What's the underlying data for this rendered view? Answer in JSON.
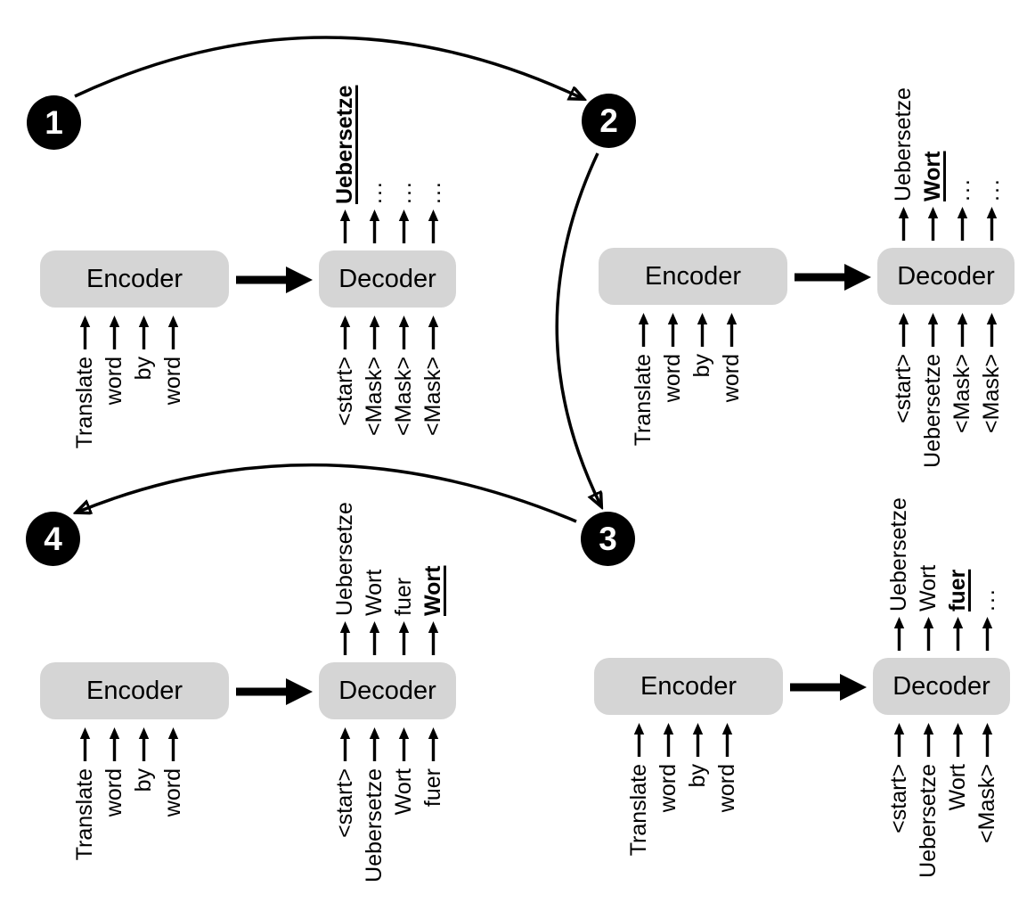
{
  "colors": {
    "box_background": "#d5d5d5",
    "ink": "#000000",
    "badge_background": "#000000",
    "badge_text": "#ffffff"
  },
  "flow": [
    {
      "from": "1",
      "to": "2"
    },
    {
      "from": "2",
      "to": "3"
    },
    {
      "from": "3",
      "to": "4"
    }
  ],
  "panels": [
    {
      "step": "1",
      "encoder": {
        "label": "Encoder",
        "inputs": [
          "Translate",
          "word",
          "by",
          "word"
        ]
      },
      "decoder": {
        "label": "Decoder",
        "inputs": [
          "<start>",
          "<Mask>",
          "<Mask>",
          "<Mask>"
        ],
        "outputs": [
          {
            "text": "Uebersetze",
            "highlighted": true
          },
          {
            "text": "...",
            "highlighted": false
          },
          {
            "text": "...",
            "highlighted": false
          },
          {
            "text": "...",
            "highlighted": false
          }
        ]
      }
    },
    {
      "step": "2",
      "encoder": {
        "label": "Encoder",
        "inputs": [
          "Translate",
          "word",
          "by",
          "word"
        ]
      },
      "decoder": {
        "label": "Decoder",
        "inputs": [
          "<start>",
          "Uebersetze",
          "<Mask>",
          "<Mask>"
        ],
        "outputs": [
          {
            "text": "Uebersetze",
            "highlighted": false
          },
          {
            "text": "Wort",
            "highlighted": true
          },
          {
            "text": "...",
            "highlighted": false
          },
          {
            "text": "...",
            "highlighted": false
          }
        ]
      }
    },
    {
      "step": "3",
      "encoder": {
        "label": "Encoder",
        "inputs": [
          "Translate",
          "word",
          "by",
          "word"
        ]
      },
      "decoder": {
        "label": "Decoder",
        "inputs": [
          "<start>",
          "Uebersetze",
          "Wort",
          "<Mask>"
        ],
        "outputs": [
          {
            "text": "Uebersetze",
            "highlighted": false
          },
          {
            "text": "Wort",
            "highlighted": false
          },
          {
            "text": "fuer",
            "highlighted": true
          },
          {
            "text": "...",
            "highlighted": false
          }
        ]
      }
    },
    {
      "step": "4",
      "encoder": {
        "label": "Encoder",
        "inputs": [
          "Translate",
          "word",
          "by",
          "word"
        ]
      },
      "decoder": {
        "label": "Decoder",
        "inputs": [
          "<start>",
          "Uebersetze",
          "Wort",
          "fuer"
        ],
        "outputs": [
          {
            "text": "Uebersetze",
            "highlighted": false
          },
          {
            "text": "Wort",
            "highlighted": false
          },
          {
            "text": "fuer",
            "highlighted": false
          },
          {
            "text": "Wort",
            "highlighted": true
          }
        ]
      }
    }
  ]
}
